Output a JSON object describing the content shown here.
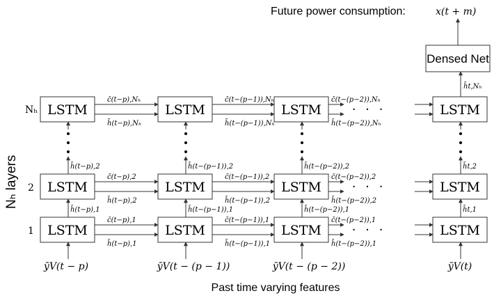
{
  "title": {
    "text": "Future power consumption:",
    "formula": "x(t + m)"
  },
  "footer": "Past time varying features",
  "axis_title": "Nₕ layers",
  "row_labels": {
    "top": "Nₕ",
    "second": "2",
    "first": "1"
  },
  "lstm_label": "LSTM",
  "dense_label": "Densed Net",
  "ellipsis": "· · ·",
  "inputs": [
    {
      "id": "c0",
      "label": "ȳV(t − p)"
    },
    {
      "id": "c1",
      "label": "ȳV(t − (p − 1))"
    },
    {
      "id": "c2",
      "label": "ȳV(t − (p − 2))"
    },
    {
      "id": "c3",
      "label": "ȳV(t)"
    }
  ],
  "horizontal_labels": {
    "top": [
      {
        "col": 0,
        "c": "c̄(t−p),Nₕ",
        "h": "h̄(t−p),Nₕ"
      },
      {
        "col": 1,
        "c": "c̄(t−(p−1)),Nₕ",
        "h": "h̄(t−(p−1)),Nₕ"
      },
      {
        "col": 2,
        "c": "c̄(t−(p−2)),Nₕ",
        "h": "h̄(t−(p−2)),Nₕ"
      }
    ],
    "second": [
      {
        "col": 0,
        "c": "c̄(t−p),2",
        "h": "h̄(t−p),2"
      },
      {
        "col": 1,
        "c": "c̄(t−(p−1)),2",
        "h": "h̄(t−(p−1)),2"
      },
      {
        "col": 2,
        "c": "c̄(t−(p−2)),2",
        "h": "h̄(t−(p−2)),2"
      }
    ],
    "first": [
      {
        "col": 0,
        "c": "c̄(t−p),1",
        "h": "h̄(t−p),1"
      },
      {
        "col": 1,
        "c": "c̄(t−(p−1)),1",
        "h": "h̄(t−(p−1)),1"
      },
      {
        "col": 2,
        "c": "c̄(t−(p−2)),1",
        "h": "h̄(t−(p−2)),1"
      }
    ]
  },
  "vertical_labels": {
    "first_to_second": [
      "h̄(t−p),1",
      "h̄(t−(p−1)),1",
      "h̄(t−(p−2)),1",
      "h̄t,1"
    ],
    "second_up": [
      "h̄(t−p),2",
      "h̄(t−(p−1)),2",
      "h̄(t−(p−2)),2",
      "h̄t,2"
    ],
    "top_to_dense": "h̄t,Nₕ"
  }
}
